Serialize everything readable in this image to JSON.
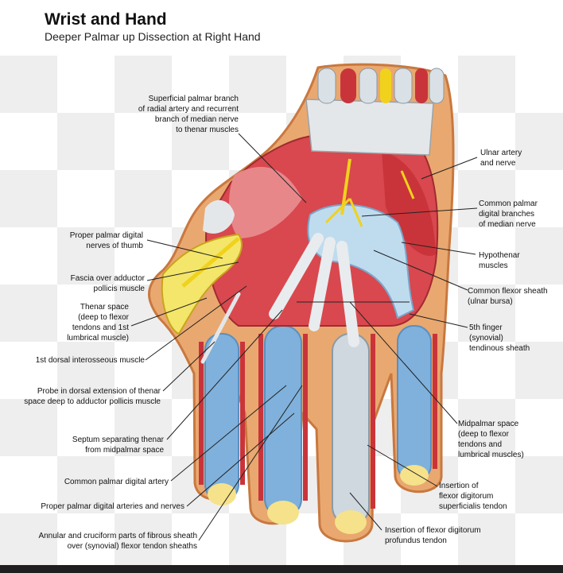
{
  "header": {
    "title": "Wrist and Hand",
    "subtitle": "Deeper Palmar up Dissection at Right Hand"
  },
  "labels": {
    "superficial_palmar_branch": "Superficial palmar branch\nof radial artery and recurrent\nbranch of median nerve\nto thenar muscles",
    "ulnar_artery": "Ulnar artery\nand nerve",
    "common_palmar_digital_branches": "Common palmar\ndigital branches\nof median nerve",
    "proper_palmar_digital_thumb": "Proper palmar digital\nnerves of thumb",
    "hypothenar": "Hypothenar\nmuscles",
    "fascia_adductor": "Fascia over adductor\npollicis muscle",
    "common_flexor_sheath": "Common flexor sheath\n(ulnar bursa)",
    "thenar_space": "Thenar space\n(deep to flexor\ntendons and 1st\nlumbrical muscle)",
    "fifth_finger_sheath": "5th finger\n(synovial)\ntendinous sheath",
    "first_dorsal_interosseous": "1st dorsal interosseous muscle",
    "probe": "Probe in dorsal extension of thenar\nspace deep to adductor pollicis muscle",
    "midpalmar_space": "Midpalmar space\n(deep to flexor\ntendons and\nlumbrical muscles)",
    "septum": "Septum separating thenar\nfrom midpalmar space",
    "common_palmar_digital_artery": "Common palmar digital artery",
    "insertion_superficialis": "Insertion of\nflexor digitorum\nsuperficialis tendon",
    "proper_palmar_digital_arteries": "Proper palmar digital arteries and nerves",
    "insertion_profundus": "Insertion of flexor digitorum\nprofundus tendon",
    "annular_cruciform": "Annular and cruciform parts of fibrous sheath\nover (synovial) flexor tendon sheaths"
  },
  "colors": {
    "skin": "#e9a86f",
    "muscle": "#c9343a",
    "muscle_light": "#e7878a",
    "sheath_blue": "#7fb1dc",
    "bursa_light": "#bfdcef",
    "tendon_white": "#e8ecef",
    "nerve_yellow": "#f0d21c",
    "fat_yellow": "#f3e66a",
    "checker_light": "#eeeeee",
    "checker_white": "#ffffff"
  }
}
